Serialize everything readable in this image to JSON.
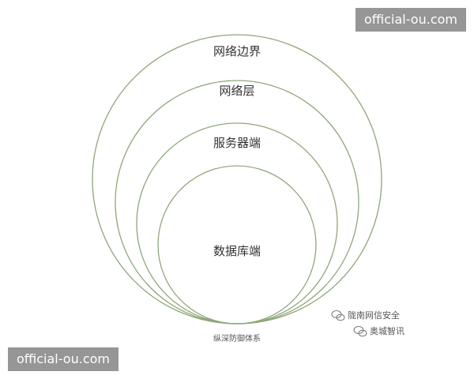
{
  "diagram": {
    "layers": [
      {
        "label": "网络边界"
      },
      {
        "label": "网络层"
      },
      {
        "label": "服务器端"
      },
      {
        "label": "数据库端"
      }
    ],
    "caption": "纵深防御体系",
    "ring_color": "#8fa67a"
  },
  "sources": {
    "line1": "陇南网信安全",
    "line2": "奥城智讯",
    "icon": "wechat-icon"
  },
  "watermark": {
    "top": "official-ou.com",
    "bottom": "official-ou.com"
  }
}
